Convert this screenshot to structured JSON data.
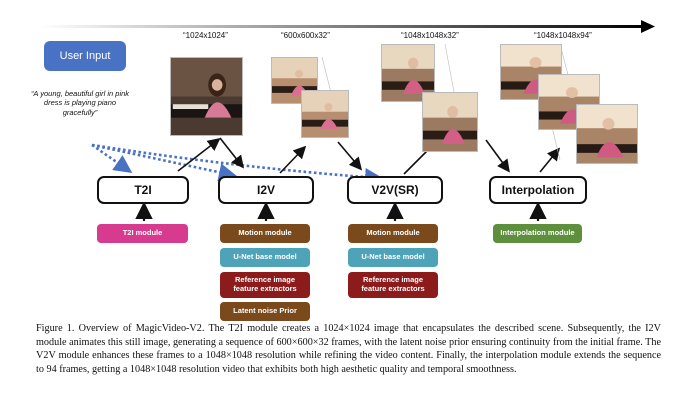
{
  "user_input_label": "User Input",
  "prompt_text": "“A young, beautiful girl in pink dress is playing piano gracefully”",
  "resolutions": [
    "“1024x1024”",
    "“600x600x32”",
    "“1048x1048x32”",
    "“1048x1048x94”"
  ],
  "stages": {
    "t2i": "T2I",
    "i2v": "I2V",
    "v2v": "V2V(SR)",
    "interp": "Interpolation"
  },
  "modules": {
    "t2i_module": "T2I module",
    "i2v_motion": "Motion module",
    "i2v_unet": "U-Net base model",
    "i2v_ref": "Reference image feature extractors",
    "i2v_latent": "Latent noise Prior",
    "v2v_motion": "Motion module",
    "v2v_unet": "U-Net base model",
    "v2v_ref": "Reference image feature extractors",
    "interp_module": "Interpolation module"
  },
  "colors": {
    "t2i": "#d63b8f",
    "motion": "#7a4a1c",
    "unet": "#4fa3b8",
    "ref": "#8c1c1c",
    "interp": "#5e8f3c",
    "user": "#4a72c4",
    "dotted": "#4a72c4"
  },
  "caption": "Figure 1. Overview of MagicVideo-V2. The T2I module creates a 1024×1024 image that encapsulates the described scene. Subsequently, the I2V module animates this still image, generating a sequence of 600×600×32 frames, with the latent noise prior ensuring continuity from the initial frame. The V2V module enhances these frames to a 1048×1048 resolution while refining the video content. Finally, the interpolation module extends the sequence to 94 frames, getting a 1048×1048 resolution video that exhibits both high aesthetic quality and temporal smoothness."
}
